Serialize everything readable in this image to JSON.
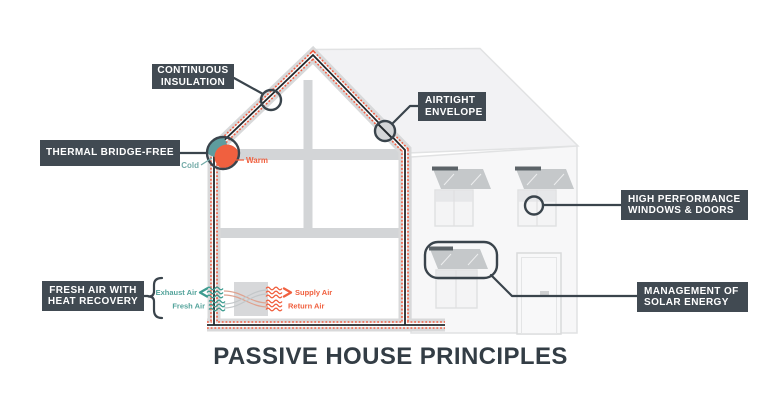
{
  "title": "PASSIVE HOUSE PRINCIPLES",
  "callouts": {
    "continuous_insulation": {
      "lines": [
        "CONTINUOUS",
        "INSULATION"
      ]
    },
    "thermal_bridge_free": {
      "lines": [
        "THERMAL BRIDGE-FREE"
      ]
    },
    "airtight_envelope": {
      "lines": [
        "AIRTIGHT",
        "ENVELOPE"
      ]
    },
    "high_performance": {
      "lines": [
        "HIGH PERFORMANCE",
        "WINDOWS & DOORS"
      ]
    },
    "management_solar": {
      "lines": [
        "MANAGEMENT OF",
        "SOLAR ENERGY"
      ]
    },
    "fresh_air_recovery": {
      "lines": [
        "FRESH AIR WITH",
        "HEAT RECOVERY"
      ]
    }
  },
  "thermal_detail": {
    "cold": "Cold",
    "warm": "Warm"
  },
  "ventilation": {
    "exhaust_air": "Exhaust Air",
    "fresh_air": "Fresh Air",
    "supply_air": "Supply Air",
    "return_air": "Return Air"
  },
  "icons": {
    "markers": [
      "continuous-insulation-marker",
      "airtight-envelope-marker",
      "thermal-bridge-marker",
      "window-marker",
      "solar-window-outline"
    ]
  },
  "colors": {
    "label_bg": "#414A52",
    "outline_dark": "#3A444C",
    "envelope_black": "#23282C",
    "insulation_gray": "#D8D9DA",
    "accent_orange": "#F15B40",
    "accent_teal": "#3E9C90",
    "title_color": "#333D45"
  }
}
